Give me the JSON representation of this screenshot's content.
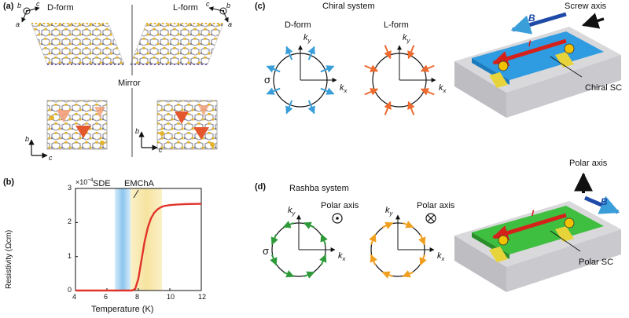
{
  "panels": {
    "a": {
      "label": "(a)",
      "d_form": "D-form",
      "l_form": "L-form",
      "mirror": "Mirror",
      "axes_top_left": [
        "b",
        "c",
        "a"
      ],
      "axes_top_right": [
        "c",
        "b",
        "a"
      ],
      "axes_bottom_left": [
        "b",
        "c"
      ],
      "axes_bottom_right": [
        "b",
        "c"
      ]
    },
    "b": {
      "label": "(b)",
      "sde": "SDE",
      "emcha": "EMChA",
      "multiplier": "×10",
      "multiplier_exp": "−4"
    },
    "c": {
      "label": "(c)",
      "title": "Chiral system",
      "d_form": "D-form",
      "l_form": "L-form",
      "sigma": "σ",
      "kx": "k",
      "kx_sub": "x",
      "ky": "k",
      "ky_sub": "y",
      "screw_axis": "Screw axis",
      "b_field": "B",
      "current": "I",
      "chiral_sc": "Chiral SC"
    },
    "d": {
      "label": "(d)",
      "title": "Rashba system",
      "polar_axis_out": "Polar axis",
      "polar_axis_in": "Polar axis",
      "sigma": "σ",
      "kx": "k",
      "kx_sub": "x",
      "ky": "k",
      "ky_sub": "y",
      "polar_axis": "Polar axis",
      "b_field": "B",
      "current": "I",
      "polar_sc": "Polar SC"
    }
  },
  "chart_data": {
    "type": "line",
    "xlabel": "Temperature (K)",
    "ylabel": "Resistivity (Ωcm)",
    "xlim": [
      4,
      12
    ],
    "ylim": [
      0,
      3
    ],
    "x_ticks": [
      "4",
      "6",
      "8",
      "10",
      "12"
    ],
    "y_ticks": [
      "0",
      "1",
      "2",
      "3"
    ],
    "bands": [
      {
        "name": "SDE",
        "x": [
          6.5,
          7.5
        ]
      },
      {
        "name": "EMChA",
        "x": [
          7.5,
          9.5
        ]
      }
    ],
    "series": [
      {
        "x": [
          4,
          7.6,
          7.8,
          8.0,
          8.2,
          8.4,
          8.6,
          8.8,
          9.0,
          9.2,
          9.4,
          9.6,
          10,
          10.5,
          11,
          12
        ],
        "values": [
          0,
          0,
          0.05,
          0.35,
          0.9,
          1.45,
          1.85,
          2.12,
          2.28,
          2.38,
          2.44,
          2.48,
          2.51,
          2.53,
          2.54,
          2.55
        ]
      }
    ],
    "colors": {
      "line": "#e2332a",
      "sde": "#8fc7ee",
      "emcha": "#f7e7a4"
    }
  }
}
